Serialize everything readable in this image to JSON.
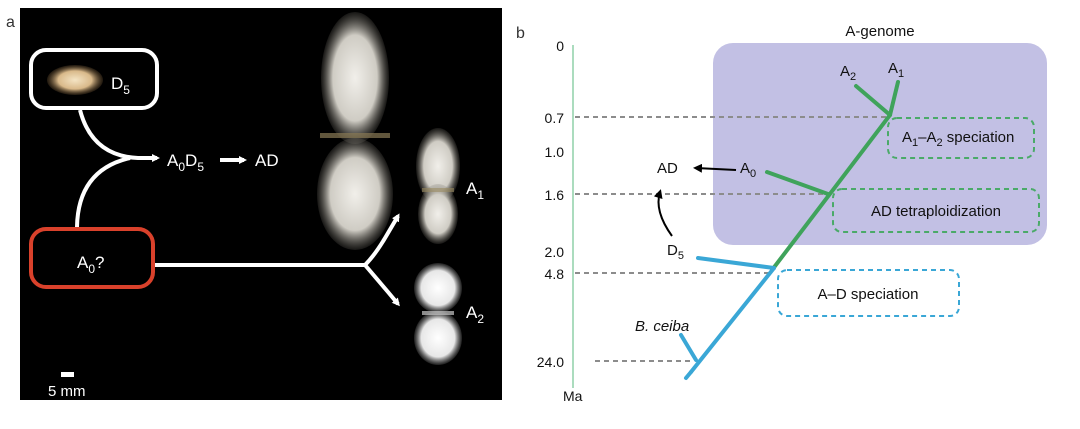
{
  "panel_a": {
    "letter": "a",
    "d5_label": "D",
    "d5_sub": "5",
    "a0d5_label": "A",
    "a0d5_sub0": "0",
    "a0d5_mid": "D",
    "a0d5_sub5": "5",
    "ad_label": "AD",
    "a0_label": "A",
    "a0_sub": "0",
    "a0_q": "?",
    "a1_label": "A",
    "a1_sub": "1",
    "a2_label": "A",
    "a2_sub": "2",
    "scale_label": "5 mm",
    "colors": {
      "background": "#000000",
      "d5_box": "#ffffff",
      "a0_box": "#d9412b",
      "arrow": "#ffffff"
    }
  },
  "panel_b": {
    "letter": "b",
    "axis_unit": "Ma",
    "ticks": [
      {
        "label": "0"
      },
      {
        "label": "0.7"
      },
      {
        "label": "1.0"
      },
      {
        "label": "1.6"
      },
      {
        "label": "2.0"
      },
      {
        "label": "4.8"
      },
      {
        "label": "24.0"
      }
    ],
    "region_label": "A-genome",
    "leaves": {
      "a2": {
        "t": "A",
        "s": "2"
      },
      "a1": {
        "t": "A",
        "s": "1"
      },
      "a0": {
        "t": "A",
        "s": "0"
      },
      "d5": {
        "t": "D",
        "s": "5"
      },
      "ad": "AD",
      "ceiba": "B. ceiba"
    },
    "events": {
      "a1a2": {
        "a": "A",
        "s1": "1",
        "dash": "–A",
        "s2": "2",
        "rest": " speciation"
      },
      "tetraploid": "AD tetraploidization",
      "ad_split": "A–D speciation"
    },
    "colors": {
      "region": "#c2c0e4",
      "a_branch": "#3fa35b",
      "d_branch": "#3aa7d6",
      "axis": "#8fd1a8",
      "guide": "#8c8c8c",
      "event_green": "#4aaa68",
      "event_blue": "#3aa7d6"
    }
  }
}
